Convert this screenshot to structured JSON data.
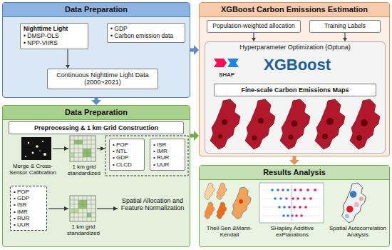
{
  "diagram": {
    "nodes": [
      {
        "text": [
          "Data Preparation"
        ]
      },
      {
        "text": [
          "Nighttime Light",
          "• DMSP-OLS",
          "• NPP-VIIRS"
        ],
        "in": 0
      },
      {
        "text": [
          "• GDP",
          "• Carbon emission data"
        ],
        "in": 0
      },
      {
        "text": [
          "Continuous Nighttime Light Data (2000~2021)"
        ],
        "in": 0
      },
      {
        "text": [
          "Data Preparation"
        ]
      },
      {
        "text": [
          "Preprocessing & 1 km Grid Construction"
        ],
        "in": 4
      },
      {
        "text": [
          "• POP",
          "• NTL",
          "• GDP",
          "• CLCD"
        ],
        "in": 4
      },
      {
        "text": [
          "• ISR",
          "• IMR",
          "• RUR",
          "• UUR"
        ],
        "in": 4
      },
      {
        "text": [
          "• POP",
          "• GDP",
          "• ISR",
          "• IMR",
          "• RUR",
          "• UUR"
        ],
        "in": 4
      },
      {
        "text": [
          "XGBoost Carbon Emissions Estimation"
        ]
      },
      {
        "text": [
          "Population-weighted allocation"
        ],
        "in": 9
      },
      {
        "text": [
          "Training Labels"
        ],
        "in": 9
      },
      {
        "text": [
          "Hyperparameter Optimization (Optuna)"
        ],
        "in": 9
      },
      {
        "text": [
          "Fine-scale Carbon Emissions Maps"
        ],
        "in": 12
      },
      {
        "text": [
          "Results Analysis"
        ]
      }
    ],
    "edges": [
      {
        "from": 1,
        "to": 3,
        "arrow": "to"
      },
      {
        "from": 0,
        "to": 4,
        "arrow": "to"
      },
      {
        "from": 0,
        "to": 9,
        "arrow": "to"
      },
      {
        "from": 4,
        "to": 9,
        "arrow": "to"
      },
      {
        "from": 10,
        "to": 12,
        "arrow": "to"
      },
      {
        "from": 11,
        "to": 12,
        "arrow": "to"
      },
      {
        "from": 9,
        "to": 14,
        "arrow": "to"
      }
    ],
    "labels": [
      "Merge & Cross-Sensor Calibration",
      "1 km grid standardized",
      "1 km grid standardized",
      "Spatial Allocation and Feature Normalization",
      "SHAP",
      "XGBoost",
      "Theil-Sen &Mann-Kendall",
      "SHapley Additive exPlanations",
      "Spatial Autocorrelation Analysis"
    ]
  }
}
